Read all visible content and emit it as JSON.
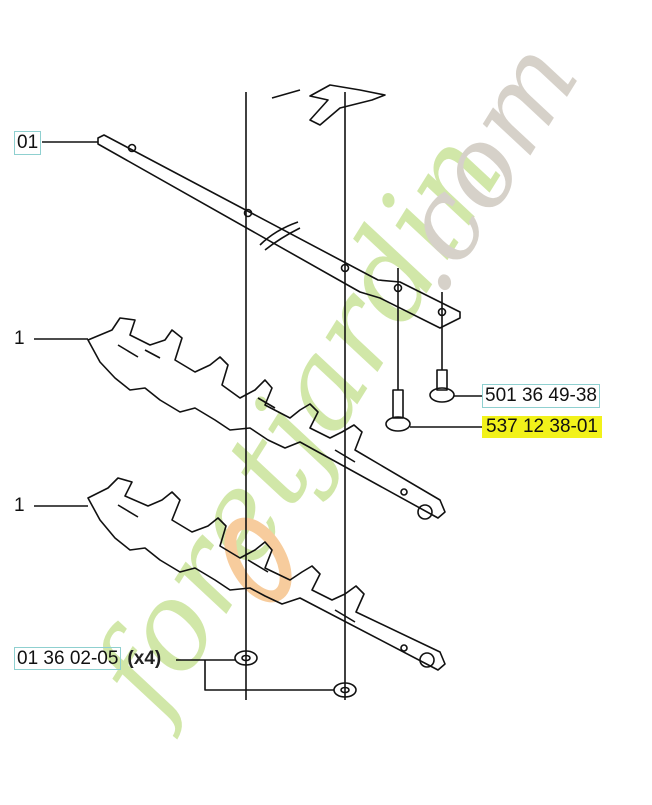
{
  "diagram": {
    "type": "exploded parts diagram",
    "subject": "hedge trimmer blade assembly",
    "colors": {
      "line": "#111111",
      "highlight": "#f2f21a",
      "label_border": "#8fd0d0",
      "watermark_green": "#c9e39a",
      "watermark_orange": "#f6c48c",
      "watermark_grey": "#cfc9c0"
    }
  },
  "labels": {
    "top_bar": "01",
    "upper_blade": "1",
    "lower_blade": "1",
    "screw_short": "501 36 49-38",
    "screw_long": "537 12 38-01",
    "washer": "01 36 02-05",
    "washer_qty": "(x4)"
  },
  "watermark": {
    "text_green": "foretjardin",
    "text_grey": ".com"
  }
}
